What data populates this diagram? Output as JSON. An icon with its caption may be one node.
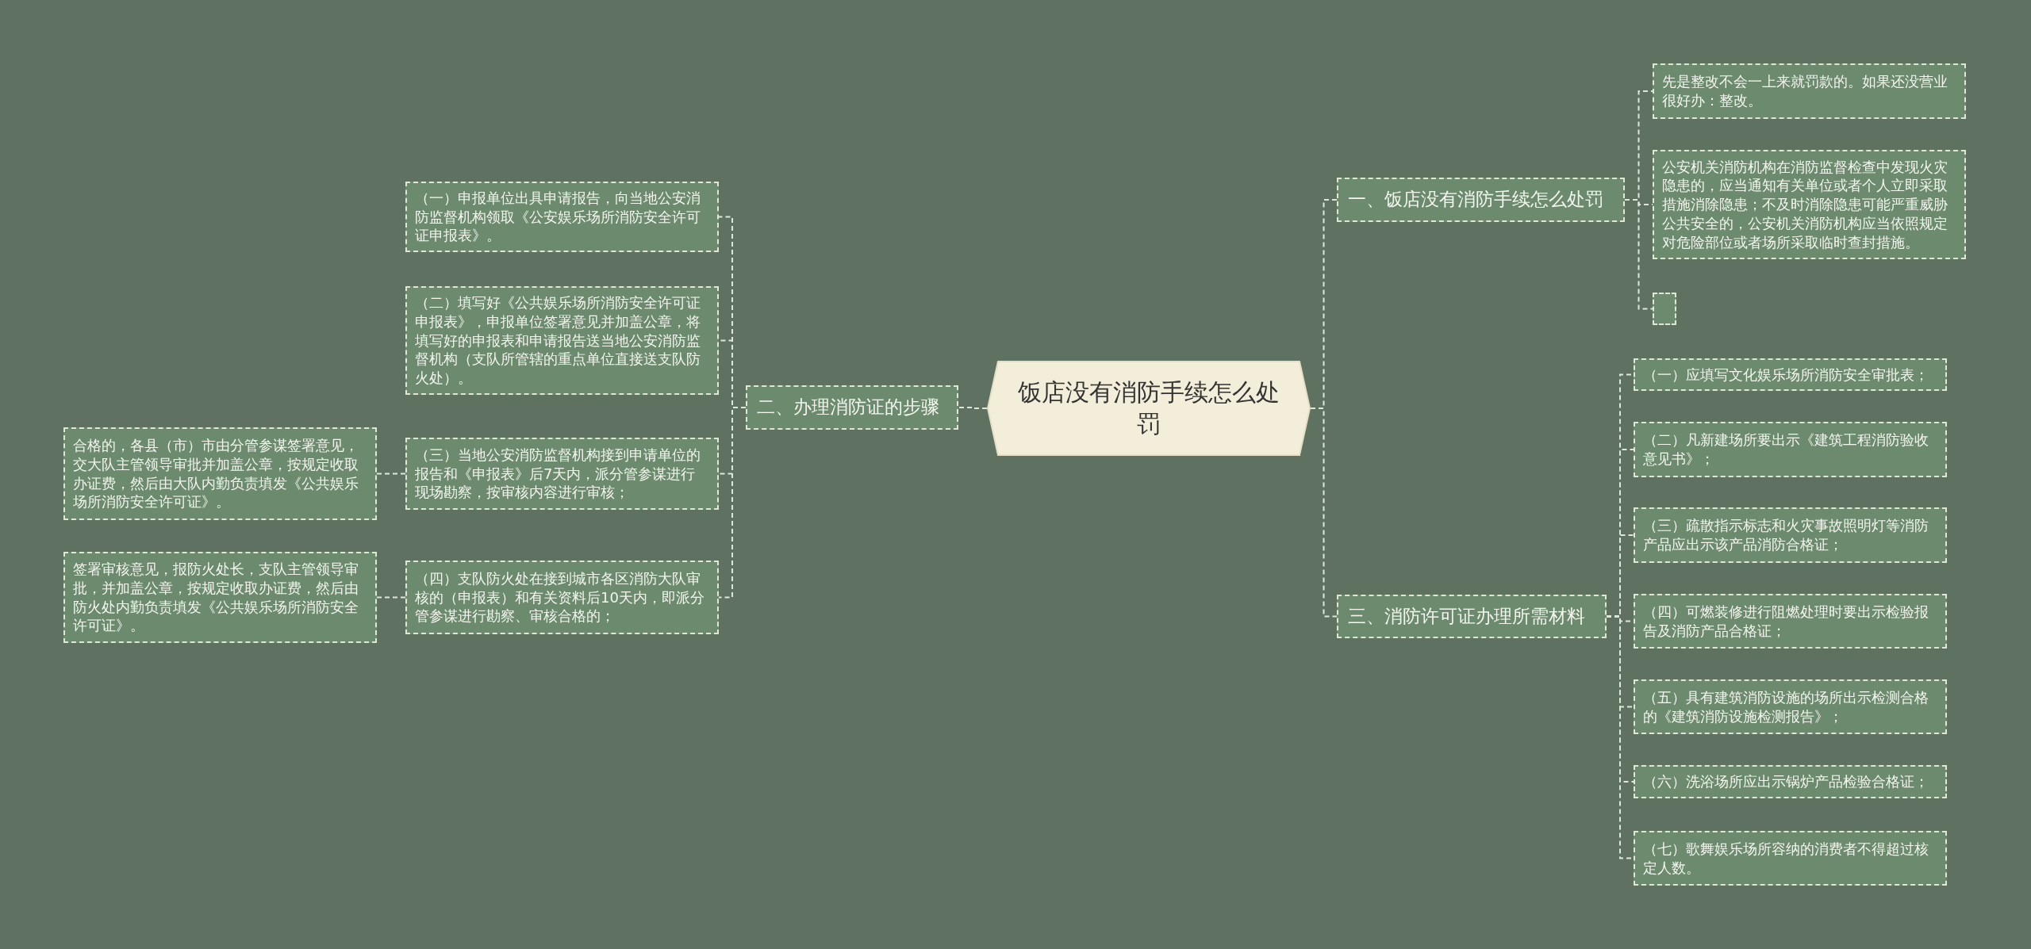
{
  "diagram": {
    "nodes": [
      {
        "text": [
          "饭店没有消防手续怎么处罚"
        ]
      },
      {
        "text": [
          "一、饭店没有消防手续怎么处罚"
        ]
      },
      {
        "text": [
          "先是整改不会一上来就罚款的。如果还没营业很好办：整改。"
        ]
      },
      {
        "text": [
          "公安机关消防机构在消防监督检查中发现火灾隐患的，应当通知有关单位或者个人立即采取措施消除隐患；不及时消除隐患可能严重威胁公共安全的，公安机关消防机构应当依照规定对危险部位或者场所采取临时查封措施。"
        ]
      },
      {
        "text": [],
        "shape": "box"
      },
      {
        "text": [
          "二、办理消防证的步骤"
        ]
      },
      {
        "text": [
          "（一）申报单位出具申请报告，向当地公安消防监督机构领取《公安娱乐场所消防安全许可证申报表》。"
        ]
      },
      {
        "text": [
          "（二）填写好《公共娱乐场所消防安全许可证申报表》，申报单位签署意见并加盖公章，将填写好的申报表和申请报告送当地公安消防监督机构（支队所管辖的重点单位直接送支队防火处）。"
        ]
      },
      {
        "text": [
          "（三）当地公安消防监督机构接到申请单位的报告和《申报表》后7天内，派分管参谋进行现场勘察，按审核内容进行审核；"
        ]
      },
      {
        "text": [
          "合格的，各县（市）市由分管参谋签署意见，交大队主管领导审批并加盖公章，按规定收取办证费，然后由大队内勤负责填发《公共娱乐场所消防安全许可证》。"
        ]
      },
      {
        "text": [
          "（四）支队防火处在接到城市各区消防大队审核的（申报表）和有关资料后10天内，即派分管参谋进行勘察、审核合格的；"
        ]
      },
      {
        "text": [
          "签署审核意见，报防火处长，支队主管领导审批，并加盖公章，按规定收取办证费，然后由防火处内勤负责填发《公共娱乐场所消防安全许可证》。"
        ]
      },
      {
        "text": [
          "三、消防许可证办理所需材料"
        ]
      },
      {
        "text": [
          "（一）应填写文化娱乐场所消防安全审批表；"
        ]
      },
      {
        "text": [
          "（二）凡新建场所要出示《建筑工程消防验收意见书》；"
        ]
      },
      {
        "text": [
          "（三）疏散指示标志和火灾事故照明灯等消防产品应出示该产品消防合格证；"
        ]
      },
      {
        "text": [
          "（四）可燃装修进行阻燃处理时要出示检验报告及消防产品合格证；"
        ]
      },
      {
        "text": [
          "（五）具有建筑消防设施的场所出示检测合格的《建筑消防设施检测报告》；"
        ]
      },
      {
        "text": [
          "（六）洗浴场所应出示锅炉产品检验合格证；"
        ]
      },
      {
        "text": [
          "（七）歌舞娱乐场所容纳的消费者不得超过核定人数。"
        ]
      }
    ],
    "edges": [
      {
        "from": 0,
        "to": 1,
        "arrow": "none",
        "style": "dashed"
      },
      {
        "from": 1,
        "to": 2,
        "arrow": "none",
        "style": "dashed"
      },
      {
        "from": 1,
        "to": 3,
        "arrow": "none",
        "style": "dashed"
      },
      {
        "from": 1,
        "to": 4,
        "arrow": "none",
        "style": "dashed"
      },
      {
        "from": 0,
        "to": 5,
        "arrow": "none",
        "style": "dashed"
      },
      {
        "from": 5,
        "to": 6,
        "arrow": "none",
        "style": "dashed"
      },
      {
        "from": 5,
        "to": 7,
        "arrow": "none",
        "style": "dashed"
      },
      {
        "from": 5,
        "to": 8,
        "arrow": "none",
        "style": "dashed"
      },
      {
        "from": 8,
        "to": 9,
        "arrow": "none",
        "style": "dashed"
      },
      {
        "from": 5,
        "to": 10,
        "arrow": "none",
        "style": "dashed"
      },
      {
        "from": 10,
        "to": 11,
        "arrow": "none",
        "style": "dashed"
      },
      {
        "from": 0,
        "to": 12,
        "arrow": "none",
        "style": "dashed"
      },
      {
        "from": 12,
        "to": 13,
        "arrow": "none",
        "style": "dashed"
      },
      {
        "from": 12,
        "to": 14,
        "arrow": "none",
        "style": "dashed"
      },
      {
        "from": 12,
        "to": 15,
        "arrow": "none",
        "style": "dashed"
      },
      {
        "from": 12,
        "to": 16,
        "arrow": "none",
        "style": "dashed"
      },
      {
        "from": 12,
        "to": 17,
        "arrow": "none",
        "style": "dashed"
      },
      {
        "from": 12,
        "to": 18,
        "arrow": "none",
        "style": "dashed"
      },
      {
        "from": 12,
        "to": 19,
        "arrow": "none",
        "style": "dashed"
      }
    ]
  }
}
